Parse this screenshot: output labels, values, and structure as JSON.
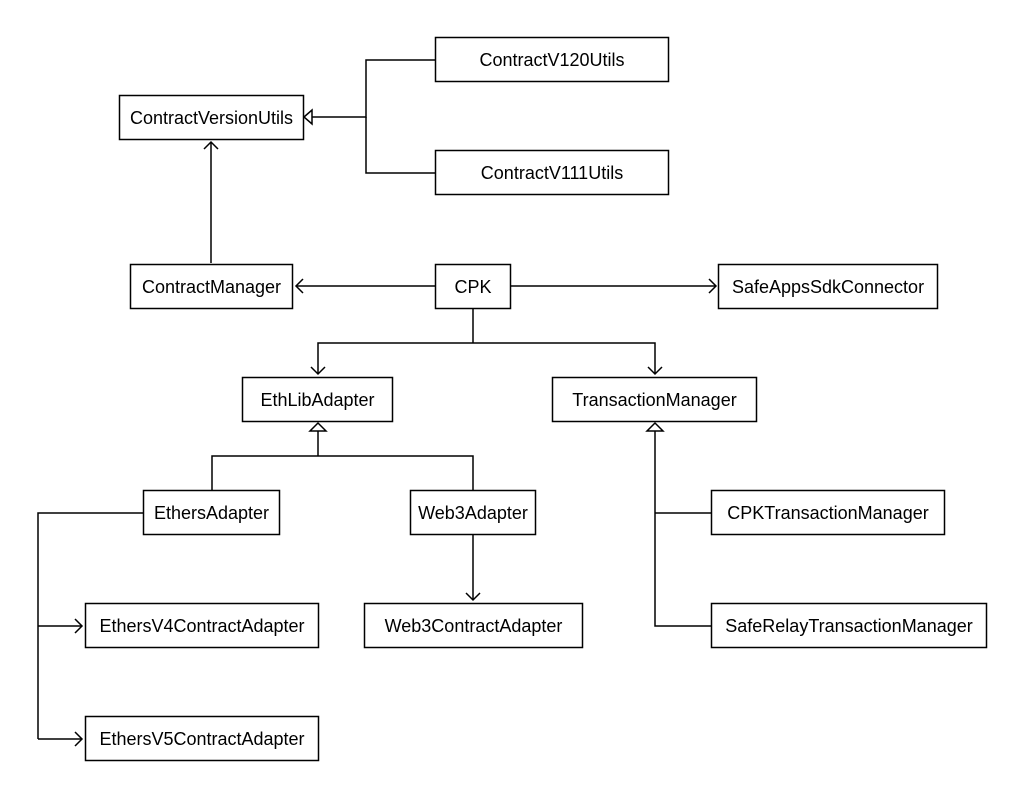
{
  "diagram": {
    "nodes": {
      "contract_version_utils": "ContractVersionUtils",
      "contract_v120_utils": "ContractV120Utils",
      "contract_v111_utils": "ContractV111Utils",
      "contract_manager": "ContractManager",
      "cpk": "CPK",
      "safe_apps_sdk_connector": "SafeAppsSdkConnector",
      "eth_lib_adapter": "EthLibAdapter",
      "transaction_manager": "TransactionManager",
      "ethers_adapter": "EthersAdapter",
      "web3_adapter": "Web3Adapter",
      "cpk_transaction_manager": "CPKTransactionManager",
      "ethers_v4_contract_adapter": "EthersV4ContractAdapter",
      "web3_contract_adapter": "Web3ContractAdapter",
      "safe_relay_transaction_manager": "SafeRelayTransactionManager",
      "ethers_v5_contract_adapter": "EthersV5ContractAdapter"
    }
  }
}
